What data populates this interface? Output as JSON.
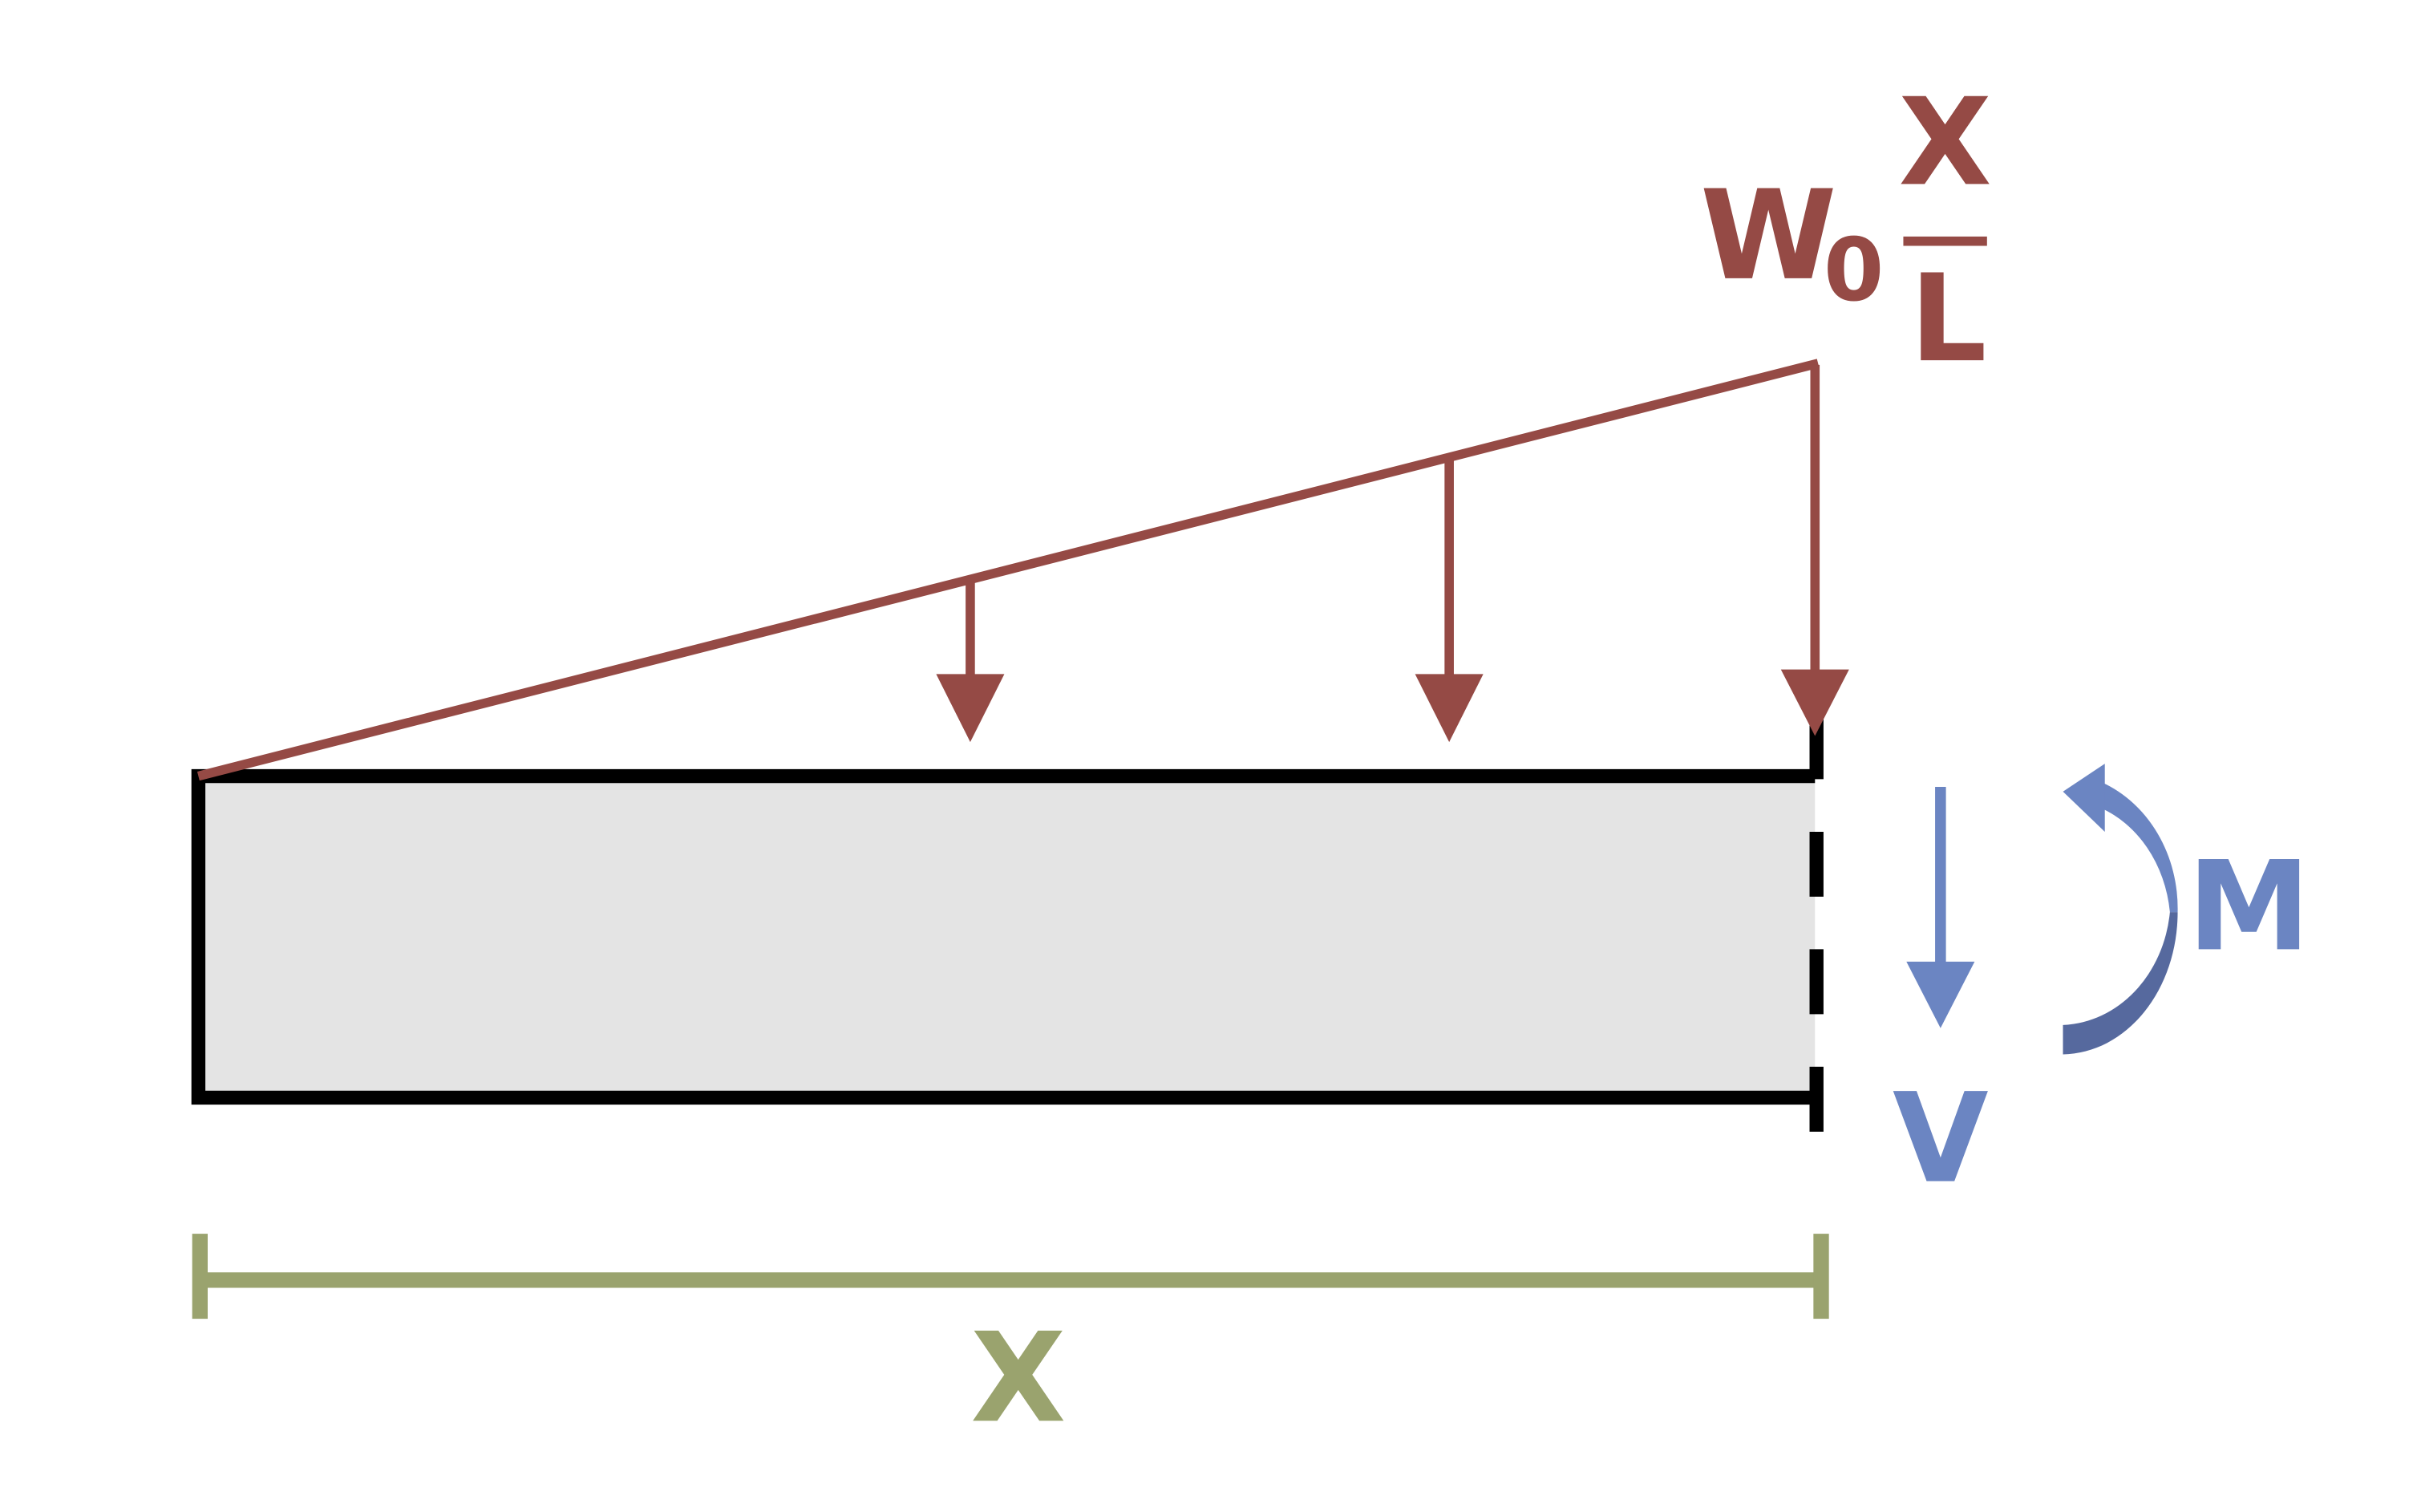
{
  "colors": {
    "load": "#954A45",
    "beam_fill": "#E4E4E4",
    "beam_outline": "#000000",
    "internal_force": "#6B85C2",
    "internal_force_dark": "#56699E",
    "dimension": "#9AA36E"
  },
  "load": {
    "label_w": "W",
    "label_subscript": "0",
    "fraction_numerator": "X",
    "fraction_denominator": "L"
  },
  "internal_forces": {
    "moment_label": "M",
    "shear_label": "V"
  },
  "dimension": {
    "label": "X"
  }
}
